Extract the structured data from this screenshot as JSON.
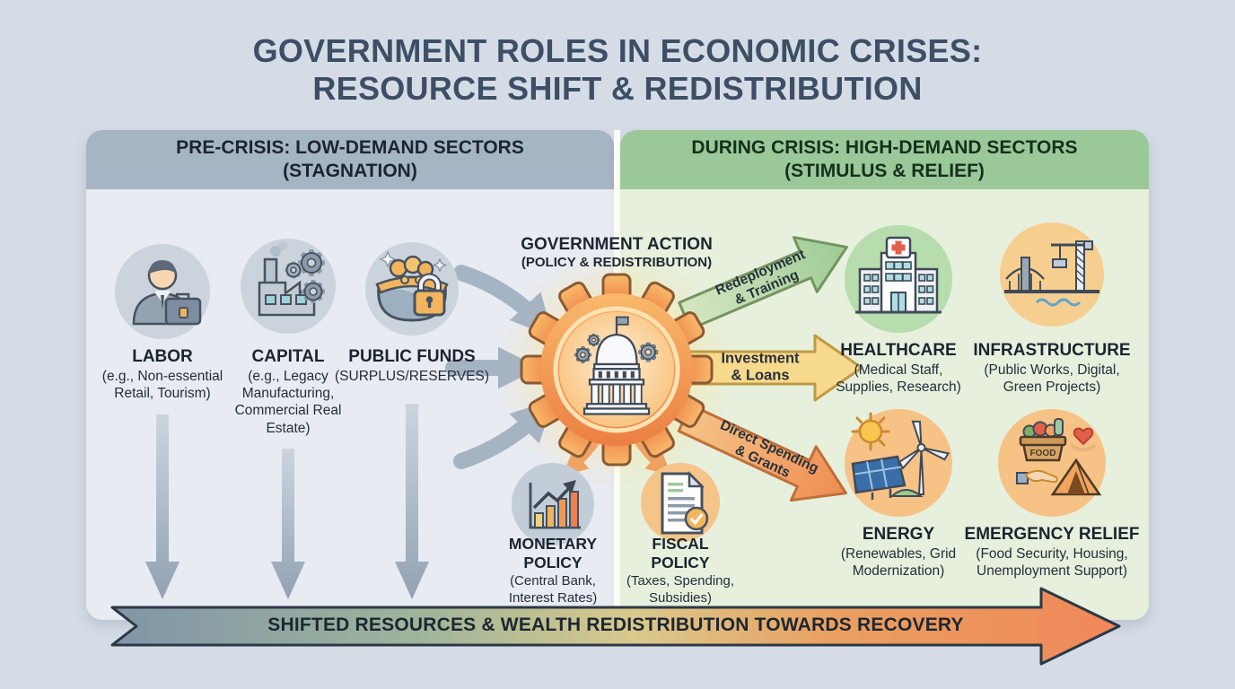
{
  "title": "GOVERNMENT ROLES IN ECONOMIC CRISES:\nRESOURCE SHIFT & REDISTRIBUTION",
  "panels": {
    "left": {
      "header": "PRE-CRISIS: LOW-DEMAND SECTORS\n(STAGNATION)",
      "items": [
        {
          "label": "LABOR",
          "desc": "(e.g., Non-essential\nRetail, Tourism)",
          "icon": "worker-briefcase-icon"
        },
        {
          "label": "CAPITAL",
          "desc": "(e.g., Legacy\nManufacturing,\nCommercial Real\nEstate)",
          "icon": "factory-gears-icon"
        },
        {
          "label": "PUBLIC FUNDS",
          "desc": "(SURPLUS/RESERVES)",
          "icon": "locked-purse-icon"
        }
      ]
    },
    "right": {
      "header": "DURING CRISIS: HIGH-DEMAND SECTORS\n(STIMULUS & RELIEF)",
      "sectors": [
        {
          "label": "HEALTHCARE",
          "desc": "(Medical Staff,\nSupplies, Research)",
          "icon": "hospital-icon"
        },
        {
          "label": "INFRASTRUCTURE",
          "desc": "(Public Works, Digital,\nGreen Projects)",
          "icon": "bridge-crane-icon"
        },
        {
          "label": "ENERGY",
          "desc": "(Renewables, Grid\nModernization)",
          "icon": "solar-wind-icon"
        },
        {
          "label": "EMERGENCY RELIEF",
          "desc": "(Food Security, Housing,\nUnemployment Support)",
          "icon": "relief-tent-icon",
          "basket_label": "FOOD"
        }
      ]
    }
  },
  "center": {
    "heading": "GOVERNMENT ACTION",
    "subheading": "(POLICY & REDISTRIBUTION)",
    "flows": [
      {
        "label": "Redeployment\n& Training"
      },
      {
        "label": "Investment\n& Loans"
      },
      {
        "label": "Direct Spending\n& Grants"
      }
    ],
    "policies": [
      {
        "label": "MONETARY\nPOLICY",
        "desc": "(Central Bank,\nInterest Rates)",
        "icon": "chart-growth-icon"
      },
      {
        "label": "FISCAL\nPOLICY",
        "desc": "(Taxes, Spending,\nSubsidies)",
        "icon": "document-check-icon"
      }
    ]
  },
  "bottom_banner": {
    "label": "SHIFTED RESOURCES & WEALTH REDISTRIBUTION TOWARDS RECOVERY"
  },
  "colors": {
    "background": "#d5dce6",
    "title_text": "#3d4f66",
    "left_header": "#a6b5c4",
    "left_panel": "#e8ebf1",
    "right_header": "#9bc898",
    "right_panel": "#e6f0dc",
    "gear_orange": "#f2994e",
    "flow_green": "#aed0a0",
    "flow_yellow": "#f8da8e",
    "flow_orange": "#f2a268",
    "banner_start": "#8195a8",
    "banner_end": "#f0885a"
  }
}
